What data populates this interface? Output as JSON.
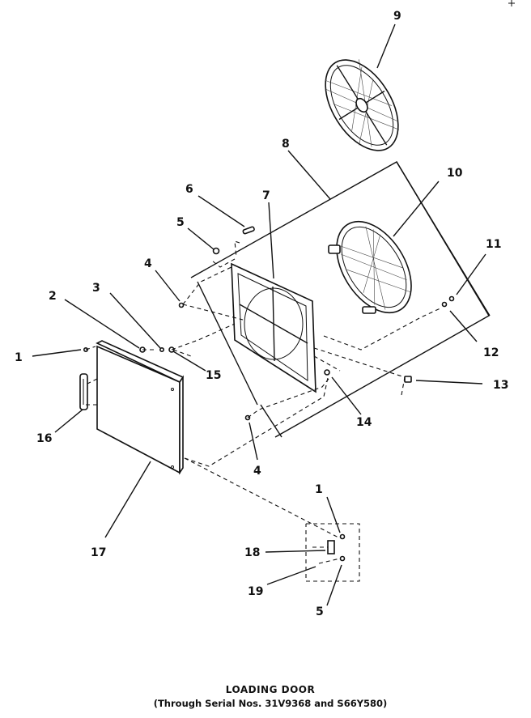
{
  "caption": {
    "title": "LOADING DOOR",
    "subtitle": "(Through Serial Nos. 31V9368 and S66Y580)"
  },
  "callouts": [
    {
      "id": "c1a",
      "text": "1"
    },
    {
      "id": "c1b",
      "text": "1"
    },
    {
      "id": "c2",
      "text": "2"
    },
    {
      "id": "c3",
      "text": "3"
    },
    {
      "id": "c4a",
      "text": "4"
    },
    {
      "id": "c4b",
      "text": "4"
    },
    {
      "id": "c5a",
      "text": "5"
    },
    {
      "id": "c5b",
      "text": "5"
    },
    {
      "id": "c6",
      "text": "6"
    },
    {
      "id": "c7",
      "text": "7"
    },
    {
      "id": "c8",
      "text": "8"
    },
    {
      "id": "c9",
      "text": "9"
    },
    {
      "id": "c10",
      "text": "10"
    },
    {
      "id": "c11",
      "text": "11"
    },
    {
      "id": "c12",
      "text": "12"
    },
    {
      "id": "c13",
      "text": "13"
    },
    {
      "id": "c14",
      "text": "14"
    },
    {
      "id": "c15",
      "text": "15"
    },
    {
      "id": "c16",
      "text": "16"
    },
    {
      "id": "c17",
      "text": "17"
    },
    {
      "id": "c18",
      "text": "18"
    },
    {
      "id": "c19",
      "text": "19"
    }
  ]
}
